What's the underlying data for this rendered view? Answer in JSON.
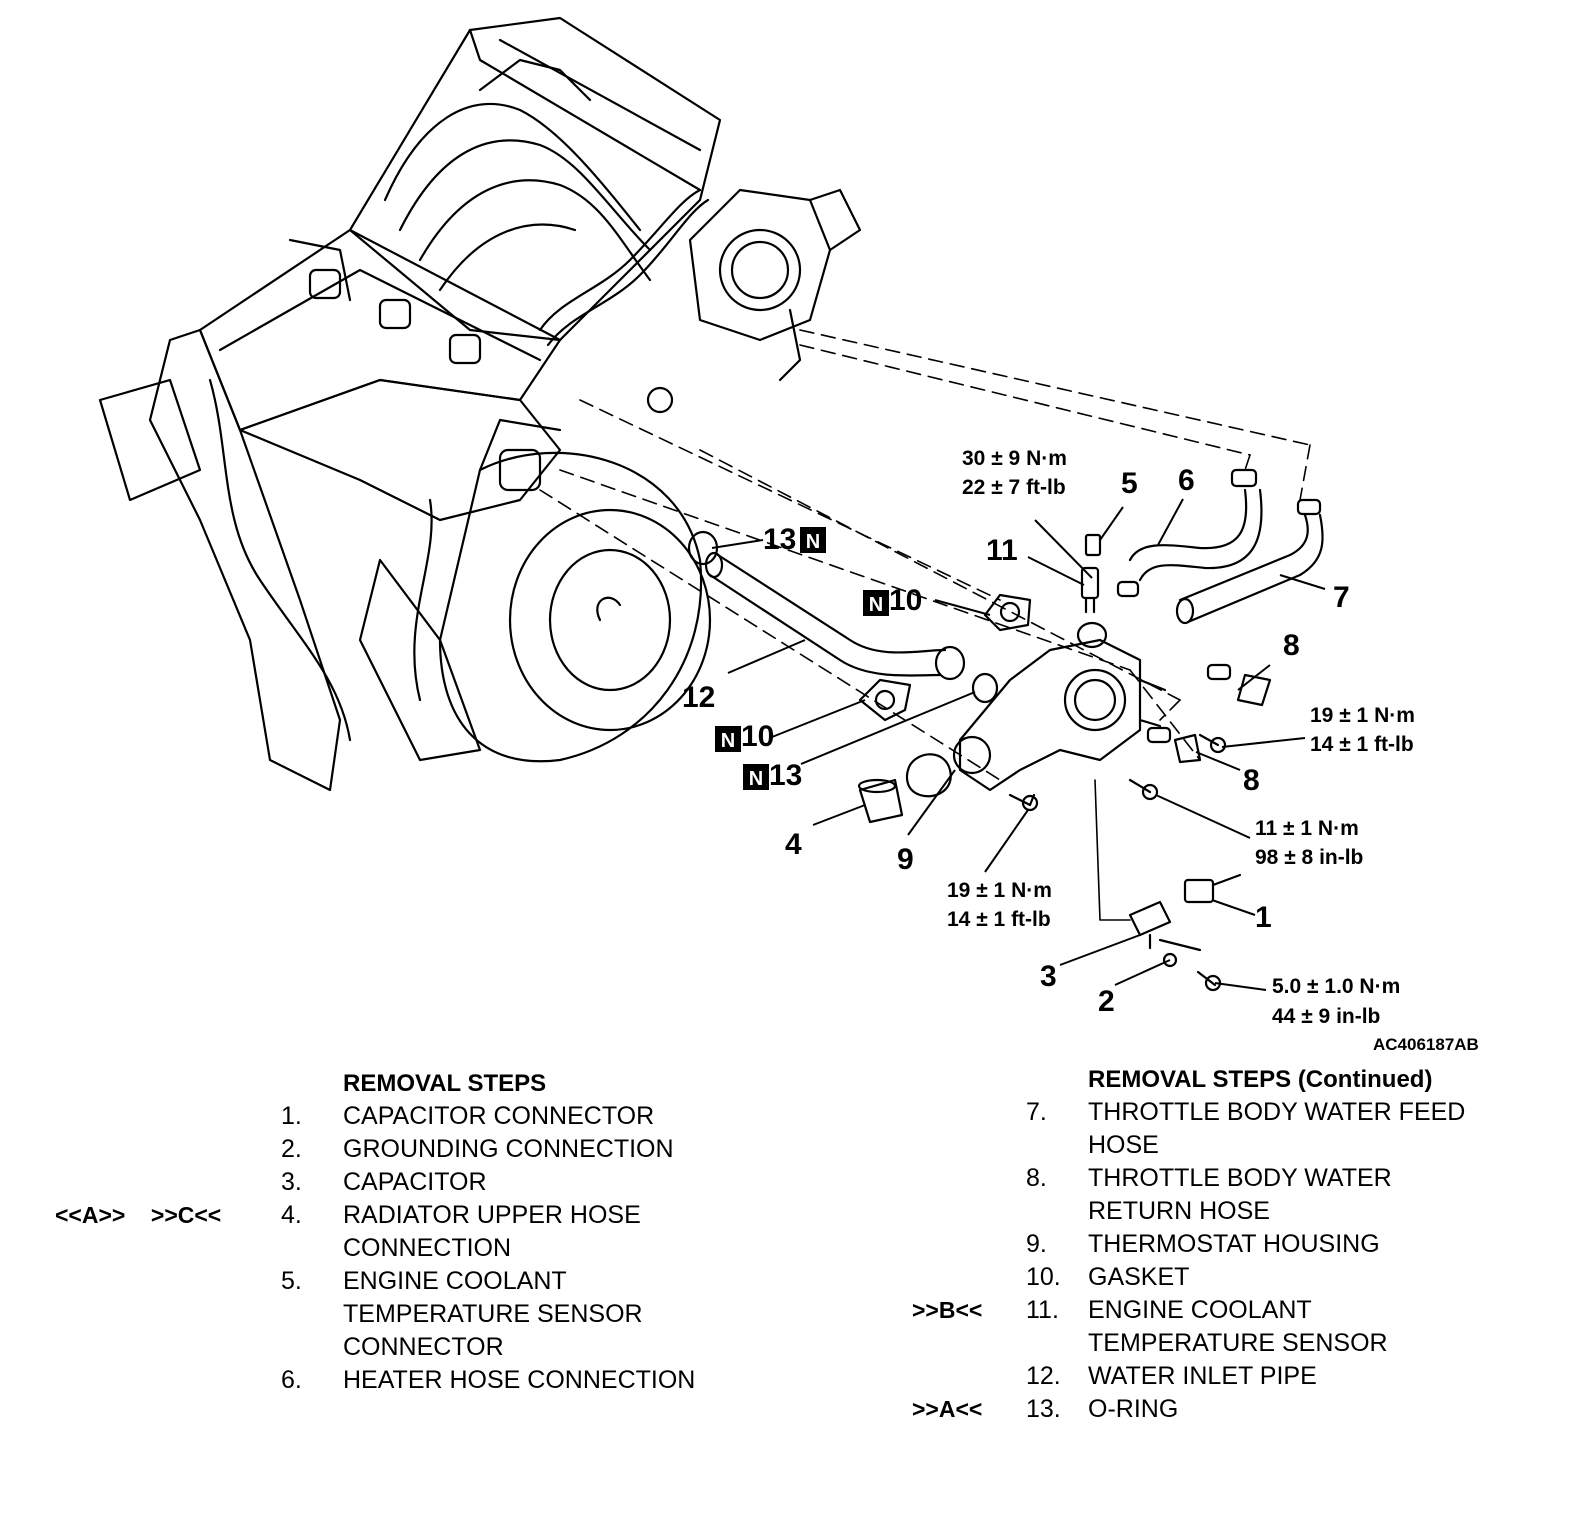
{
  "figure_id": "AC406187AB",
  "callouts": [
    {
      "id": "c1",
      "label": "1"
    },
    {
      "id": "c2",
      "label": "2"
    },
    {
      "id": "c3",
      "label": "3"
    },
    {
      "id": "c4",
      "label": "4"
    },
    {
      "id": "c5",
      "label": "5"
    },
    {
      "id": "c6",
      "label": "6"
    },
    {
      "id": "c7",
      "label": "7"
    },
    {
      "id": "c8a",
      "label": "8"
    },
    {
      "id": "c8b",
      "label": "8"
    },
    {
      "id": "c9",
      "label": "9"
    },
    {
      "id": "c10a",
      "label": "10"
    },
    {
      "id": "c10b",
      "label": "10"
    },
    {
      "id": "c11",
      "label": "11"
    },
    {
      "id": "c12",
      "label": "12"
    },
    {
      "id": "c13a",
      "label": "13"
    },
    {
      "id": "c13b",
      "label": "13"
    }
  ],
  "new_part_badge": "N",
  "torque_specs": [
    {
      "id": "t1",
      "line1": "30 ± 9 N·m",
      "line2": "22 ± 7 ft-lb"
    },
    {
      "id": "t2",
      "line1": "19 ± 1 N·m",
      "line2": "14 ± 1 ft-lb"
    },
    {
      "id": "t3",
      "line1": "11 ± 1 N·m",
      "line2": "98 ± 8 in-lb"
    },
    {
      "id": "t4",
      "line1": "19 ± 1 N·m",
      "line2": "14 ± 1 ft-lb"
    },
    {
      "id": "t5",
      "line1": "5.0 ± 1.0 N·m",
      "line2": "44 ± 9 in-lb"
    }
  ],
  "removal_steps_left": {
    "heading": "REMOVAL STEPS",
    "steps": [
      {
        "marks": "",
        "num": "1.",
        "text": [
          "CAPACITOR CONNECTOR"
        ]
      },
      {
        "marks": "",
        "num": "2.",
        "text": [
          "GROUNDING CONNECTION"
        ]
      },
      {
        "marks": "",
        "num": "3.",
        "text": [
          "CAPACITOR"
        ]
      },
      {
        "marks": "<<A>>    >>C<<",
        "num": "4.",
        "text": [
          "RADIATOR UPPER HOSE",
          "CONNECTION"
        ]
      },
      {
        "marks": "",
        "num": "5.",
        "text": [
          "ENGINE COOLANT",
          "TEMPERATURE SENSOR",
          "CONNECTOR"
        ]
      },
      {
        "marks": "",
        "num": "6.",
        "text": [
          "HEATER HOSE CONNECTION"
        ]
      }
    ]
  },
  "removal_steps_right": {
    "heading": "REMOVAL STEPS (Continued)",
    "steps": [
      {
        "marks": "",
        "num": "7.",
        "text": [
          "THROTTLE BODY WATER FEED",
          "HOSE"
        ]
      },
      {
        "marks": "",
        "num": "8.",
        "text": [
          "THROTTLE BODY WATER",
          "RETURN HOSE"
        ]
      },
      {
        "marks": "",
        "num": "9.",
        "text": [
          "THERMOSTAT HOUSING"
        ]
      },
      {
        "marks": "",
        "num": "10.",
        "text": [
          "GASKET"
        ]
      },
      {
        "marks": ">>B<<",
        "num": "11.",
        "text": [
          "ENGINE COOLANT",
          "TEMPERATURE SENSOR"
        ]
      },
      {
        "marks": "",
        "num": "12.",
        "text": [
          "WATER INLET PIPE"
        ]
      },
      {
        "marks": ">>A<<",
        "num": "13.",
        "text": [
          "O-RING"
        ]
      }
    ]
  }
}
